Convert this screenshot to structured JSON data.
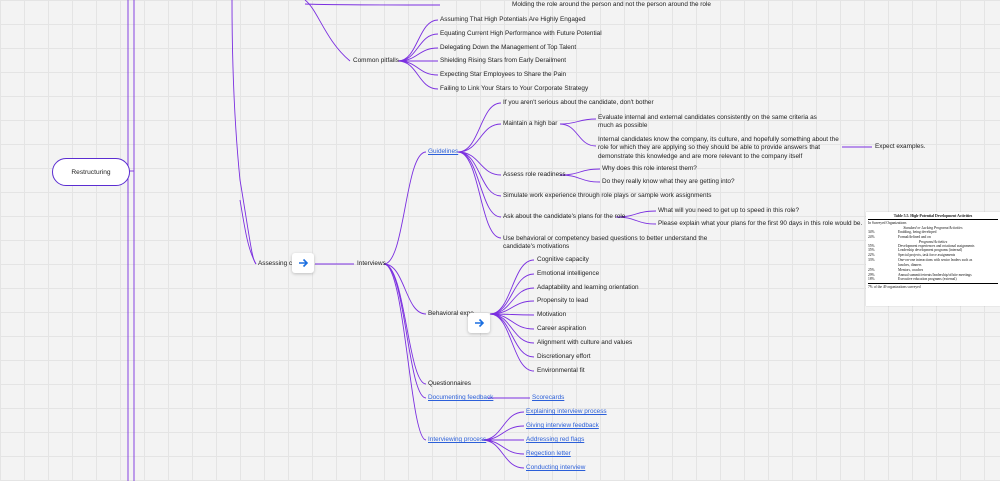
{
  "root": {
    "label": "Restructuring"
  },
  "top": {
    "label": "Molding the role around the person and not the person around the role"
  },
  "common_pitfalls": {
    "label": "Common pitfalls",
    "items": [
      "Assuming That High Potentials Are Highly Engaged",
      "Equating Current High Performance with Future Potential",
      "Delegating Down the Management of Top Talent",
      "Shielding Rising Stars from Early Derailment",
      "Expecting Star Employees to Share the Pain",
      "Failing to Link Your Stars to Your Corporate Strategy"
    ]
  },
  "assessing": {
    "label": "Assessing ca"
  },
  "interviews": {
    "label": "Interviews"
  },
  "guidelines": {
    "label": "Guidelines",
    "items": [
      "If you aren't serious about the candidate, don't bother",
      "Maintain a high bar",
      "Assess role readiness",
      "Simulate work experience through role plays or sample work assignments",
      "Ask about the candidate's plans for the role",
      "Use behavioral or competency based questions to better understand the candidate's motivations"
    ],
    "high_bar": [
      "Evaluate internal and external candidates consistently on the same criteria as much as possible",
      "Internal candidates know the company, its culture, and hopefully something about the role for which they are applying so they should be able to provide answers that demonstrate this knowledge and are more relevant to the company itself"
    ],
    "expect_examples": "Expect examples.",
    "readiness": [
      "Why does this role interest them?",
      "Do they really know what they are getting into?"
    ],
    "plans": [
      "What will you need to get up to speed in this role?",
      "Please explain what your plans for the first 90 days in this role would be."
    ]
  },
  "behavioral": {
    "label": "Behavioral expe",
    "items": [
      "Cognitive capacity",
      "Emotional intelligence",
      "Adaptability and learning orientation",
      "Propensity to lead",
      "Motivation",
      "Career aspiration",
      "Alignment with culture and values",
      "Discretionary effort",
      "Environmental fit"
    ]
  },
  "questionnaires": {
    "label": "Questionnaires"
  },
  "documenting": {
    "label": "Documenting feedback",
    "child": "Scorecards"
  },
  "process": {
    "label": "Interviewing process",
    "items": [
      "Explaining interview process",
      "Giving interview feedback",
      "Addressing red flags",
      "Regection letter",
      "Conducting interview"
    ]
  },
  "table": {
    "title": "Table 5.5. High-Potential Development Activities",
    "intro": "In Surveyed Organizations",
    "sec1": "Standard or Lacking Programs/Activities",
    "rows1": [
      [
        "34%",
        "Enabling, being developed"
      ],
      [
        "24%",
        "Formal/defined and on"
      ]
    ],
    "sec2": "Programs/Activities",
    "rows2": [
      [
        "55%",
        "Development experiences and rotational assignments"
      ],
      [
        "35%",
        "Leadership development programs (internal)"
      ],
      [
        "22%",
        "Special projects, task force assignments"
      ],
      [
        "33%",
        "One-on-one interactions with senior leaders such as"
      ],
      [
        "",
        "lunches, dinners"
      ],
      [
        "25%",
        "Mentors, coaches"
      ],
      [
        "29%",
        "Annual summit/retreats/leadership/offsite meetings"
      ],
      [
        "18%",
        "Executive education programs (external)"
      ]
    ],
    "footnote": "7% of the 49 organizations surveyed"
  },
  "colors": {
    "branch": "#7b2fe0",
    "root_border": "#5b2dd1",
    "link": "#2b5fd9",
    "arrow": "#1b6fe0"
  },
  "icons": {
    "expand": "arrow-right-icon"
  }
}
